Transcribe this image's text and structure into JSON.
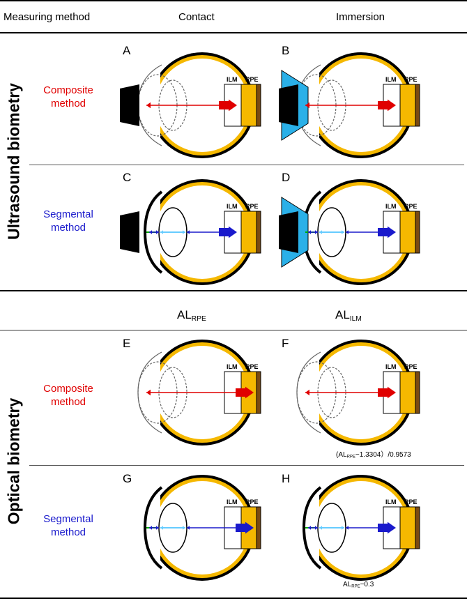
{
  "header": {
    "method_col": "Measuring method",
    "col1": "Contact",
    "col2": "Immersion"
  },
  "sections": {
    "ultrasound": "Ultrasound biometry",
    "optical": "Optical biometry"
  },
  "optical_header": {
    "col1_main": "AL",
    "col1_sub": "RPE",
    "col2_main": "AL",
    "col2_sub": "ILM"
  },
  "methods": {
    "composite": [
      "Composite",
      "method"
    ],
    "segmental": [
      "Segmental",
      "method"
    ]
  },
  "panel_letters": [
    "A",
    "B",
    "C",
    "D",
    "E",
    "F",
    "G",
    "H"
  ],
  "retina_labels": {
    "ilm": "ILM",
    "rpe": "RPE"
  },
  "formulas": {
    "f": {
      "open": "(AL",
      "sub": "RPE",
      "rest": "−1.3304）/0.9573"
    },
    "h": {
      "main": "AL",
      "sub": "RPE",
      "rest": "−0.3"
    }
  },
  "colors": {
    "composite_text": "#e00000",
    "segmental_text": "#1a1acc",
    "sclera": "#f5b800",
    "rpe": "#7a4a12",
    "probe_water": "#2ab0e8",
    "lens_arrow": "#66ccff",
    "cornea_arrow": "#00aa00"
  }
}
